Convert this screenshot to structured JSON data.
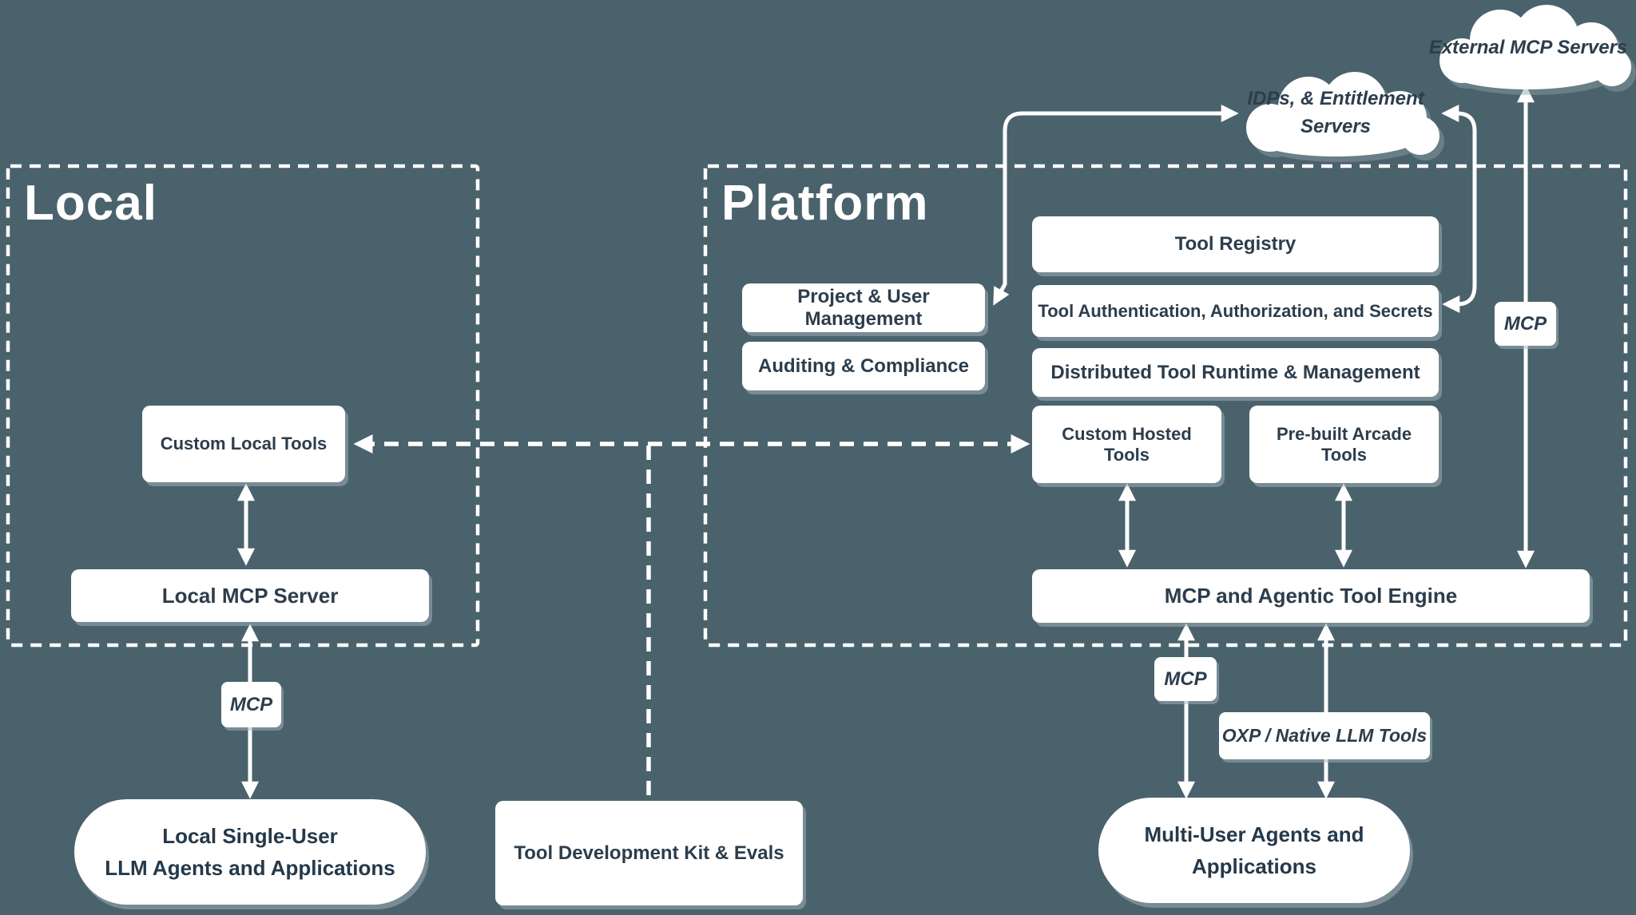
{
  "palette": {
    "background": "#4A626C",
    "box_fill": "#FFFFFF",
    "text_dark": "#2C3D4C",
    "connector_white": "#FFFFFF",
    "shadow": "#A7B4BB"
  },
  "groups": {
    "local": {
      "title": "Local"
    },
    "platform": {
      "title": "Platform"
    }
  },
  "nodes": {
    "custom_local_tools": {
      "label": "Custom Local Tools"
    },
    "local_mcp_server": {
      "label": "Local MCP Server"
    },
    "tool_registry": {
      "label": "Tool Registry"
    },
    "project_user_management": {
      "label": "Project & User Management"
    },
    "tool_auth": {
      "label": "Tool Authentication, Authorization, and Secrets"
    },
    "auditing_compliance": {
      "label": "Auditing & Compliance"
    },
    "distributed_runtime": {
      "label": "Distributed Tool Runtime & Management"
    },
    "custom_hosted_tools": {
      "label": "Custom Hosted Tools"
    },
    "prebuilt_arcade_tools": {
      "label": "Pre-built Arcade Tools"
    },
    "mcp_engine": {
      "label": "MCP and Agentic Tool Engine"
    },
    "tool_dev_kit": {
      "label": "Tool Development Kit & Evals"
    }
  },
  "labels": {
    "mcp_local": {
      "label": "MCP"
    },
    "mcp_platform_bottom": {
      "label": "MCP"
    },
    "mcp_external": {
      "label": "MCP"
    },
    "oxp": {
      "label": "OXP / Native LLM Tools"
    }
  },
  "pills": {
    "local_agents": {
      "line1": "Local Single-User",
      "line2": "LLM Agents and Applications"
    },
    "multi_user_agents": {
      "line1": "Multi-User Agents and",
      "line2": "Applications"
    }
  },
  "clouds": {
    "external_mcp": {
      "label": "External MCP Servers"
    },
    "idps": {
      "line1": "IDPs, & Entitlement",
      "line2": "Servers"
    }
  }
}
